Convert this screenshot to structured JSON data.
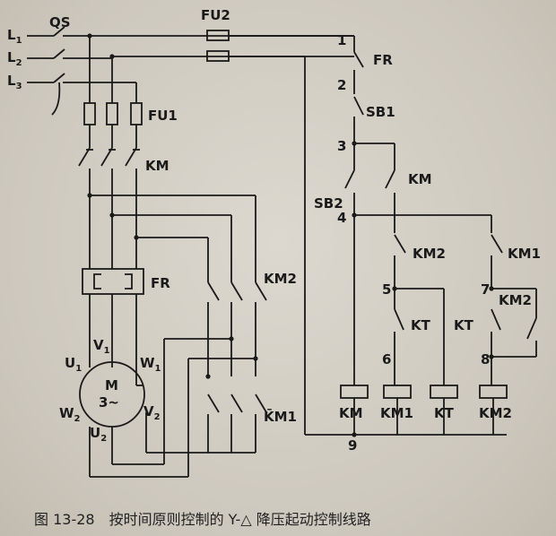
{
  "labels": {
    "L1": "L",
    "L1_sub": "1",
    "L2": "L",
    "L2_sub": "2",
    "L3": "L",
    "L3_sub": "3",
    "QS": "QS",
    "FU1": "FU1",
    "FU2": "FU2",
    "KM": "KM",
    "KM1": "KM1",
    "KM1_bar": "K̄M1",
    "KM2": "KM2",
    "FR": "FR",
    "SB1": "SB1",
    "SB2": "SB2",
    "KT": "KT",
    "M": "M",
    "M_type": "3~",
    "U": "U",
    "V": "V",
    "W": "W",
    "sub1": "1",
    "sub2": "2"
  },
  "nodes": {
    "n1": "1",
    "n2": "2",
    "n3": "3",
    "n4": "4",
    "n5": "5",
    "n6": "6",
    "n7": "7",
    "n8": "8",
    "n9": "9"
  },
  "coils": [
    "KM",
    "KM1",
    "KT",
    "KM2"
  ],
  "caption": {
    "number": "图 13-28",
    "title": "按时间原则控制的 Y-△ 降压起动控制线路"
  }
}
